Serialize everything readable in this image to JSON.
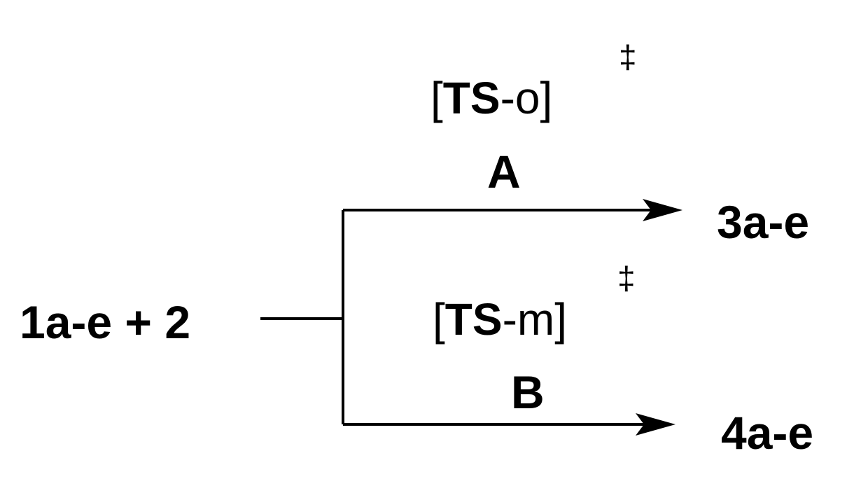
{
  "reactants": "1a-e + 2",
  "path_a": {
    "ts_open": "[",
    "ts_core": "TS",
    "ts_sep": "-",
    "ts_suffix": "o",
    "ts_close": "]",
    "dagger": "‡",
    "letter": "A",
    "product": "3a-e"
  },
  "path_b": {
    "ts_open": "[",
    "ts_core": "TS",
    "ts_sep": "-",
    "ts_suffix": "m",
    "ts_close": "]",
    "dagger": "‡",
    "letter": "B",
    "product": "4a-e"
  }
}
